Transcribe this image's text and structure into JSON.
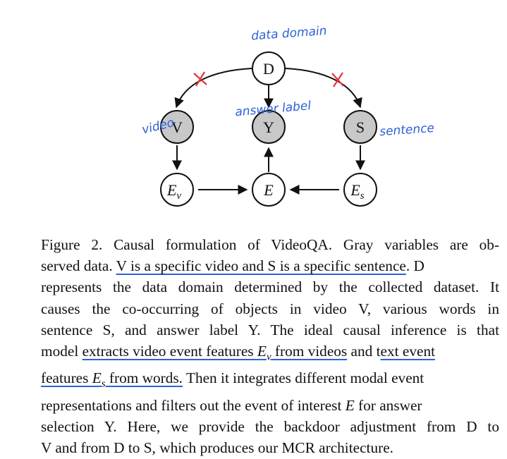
{
  "diagram": {
    "nodes": {
      "D": "D",
      "V": "V",
      "Y": "Y",
      "S": "S",
      "Ev_base": "E",
      "Ev_sub": "v",
      "E": "E",
      "Es_base": "E",
      "Es_sub": "s"
    },
    "annotations": {
      "data_domain": "data domain",
      "video": "video",
      "answer_label": "answer label",
      "sentence": "sentence"
    },
    "colors": {
      "observed_fill": "#c8c8c8",
      "annotation_ink": "#2b62d9",
      "cut_mark": "#e8343a"
    }
  },
  "caption": {
    "l1": "Figure 2. Causal formulation of VideoQA. Gray variables are ob-",
    "l2_a": "served data. ",
    "l2_u": "V is a specific video and S is a specific sentence",
    "l2_b": ". D",
    "l3": "represents the data domain determined by the collected dataset. It",
    "l4": "causes the co-occurring of objects in video V, various words in",
    "l5": "sentence S, and answer label Y. The ideal causal inference is that",
    "l6_a": "model ",
    "l6_u1": "extracts video event features ",
    "l6_m_base": "E",
    "l6_m_sub": "v",
    "l6_u2": " from videos",
    "l6_b": " and t",
    "l6_u3": "ext event",
    "l7_u1": "features ",
    "l7_m_base": "E",
    "l7_m_sub": "s",
    "l7_u2": " from words.",
    "l7_b": " Then it integrates different modal event",
    "l8_a": "representations and filters out the event of interest ",
    "l8_m": "E",
    "l8_b": " for answer",
    "l9": "selection Y. Here, we provide the backdoor adjustment from D to",
    "l10": "V and from D to S, which produces our MCR architecture."
  }
}
